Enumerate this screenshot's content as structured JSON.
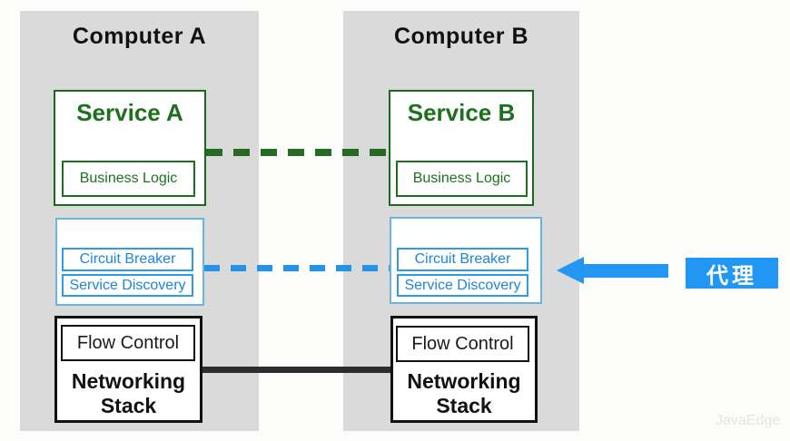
{
  "computer_a": {
    "title": "Computer A",
    "service": {
      "title": "Service A",
      "business_logic": "Business Logic"
    },
    "proxy": {
      "circuit_breaker": "Circuit Breaker",
      "service_discovery": "Service Discovery"
    },
    "network": {
      "flow_control": "Flow Control",
      "title": "Networking Stack"
    }
  },
  "computer_b": {
    "title": "Computer B",
    "service": {
      "title": "Service B",
      "business_logic": "Business Logic"
    },
    "proxy": {
      "circuit_breaker": "Circuit Breaker",
      "service_discovery": "Service Discovery"
    },
    "network": {
      "flow_control": "Flow Control",
      "title": "Networking Stack"
    }
  },
  "annotation": {
    "label": "代理"
  },
  "watermark": "JavaEdge",
  "links": [
    {
      "name": "service-to-service",
      "style": "dashed",
      "color": "#266a26"
    },
    {
      "name": "proxy-to-proxy",
      "style": "dashed",
      "color": "#2493ea"
    },
    {
      "name": "network-to-network",
      "style": "solid",
      "color": "#2d2d2d"
    }
  ],
  "colors": {
    "panel_background": "#dadada",
    "service_green": "#1d701d",
    "proxy_blue": "#2196f3",
    "proxy_border_light_blue": "#6ab4e2",
    "network_black": "#111111"
  }
}
